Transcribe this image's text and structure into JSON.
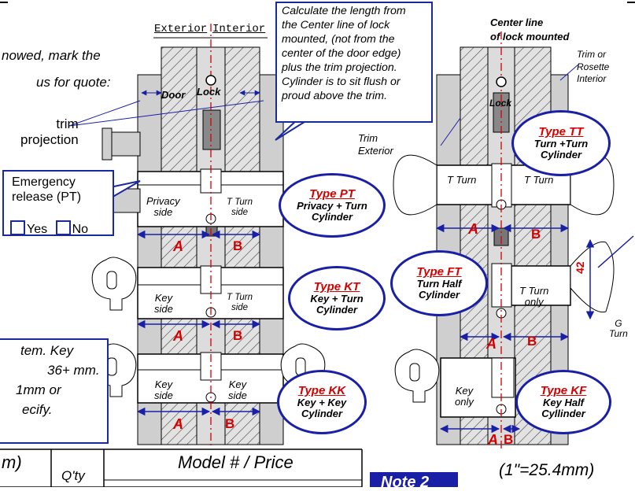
{
  "header": {
    "exterior": "Exterior",
    "interior": "Interior",
    "instruction_line1": "nowed, mark the",
    "instruction_line2": "us for quote:"
  },
  "labels": {
    "door": "Door",
    "lock": "Lock",
    "lock_right": "Lock",
    "trim_projection": "trim\nprojection",
    "center_line": "Center line\nof lock mounted",
    "trim_rosette": "Trim or\nRosette\nInterior",
    "trim_exterior": "Trim\nExterior",
    "privacy_side": "Privacy\nside",
    "t_turn_side_1": "T Turn\nside",
    "key_side_1": "Key\nside",
    "t_turn_side_2": "T Turn\nside",
    "key_side_2": "Key\nside",
    "key_side_3": "Key\nside",
    "t_turn_left": "T Turn",
    "t_turn_right": "T Turn",
    "t_turn_only": "T Turn\nonly",
    "key_only": "Key\nonly",
    "g_turn": "G\nTurn",
    "dim_42": "42",
    "scale_note": "(1\"=25.4mm)"
  },
  "dimension_letters": {
    "a": "A",
    "b": "B"
  },
  "callout": {
    "text": "Calculate the length from\nthe Center line of lock\nmounted, (not from the\ncenter of the door edge)\nplus the trim projection.\nCylinder is to sit flush or\nproud above the trim."
  },
  "emergency": {
    "label": "Emergency\nrelease (PT)",
    "yes": "Yes",
    "no": "No"
  },
  "system_note": {
    "line1": "tem. Key",
    "line2": "36+ mm.",
    "line3": "1mm or",
    "line4": "ecify."
  },
  "types": [
    {
      "name": "Type PT",
      "desc": "Privacy + Turn\nCylinder"
    },
    {
      "name": "Type KT",
      "desc": "Key + Turn\nCylinder"
    },
    {
      "name": "Type KK",
      "desc": "Key + Key\nCylinder"
    },
    {
      "name": "Type TT",
      "desc": "Turn +Turn\nCylinder"
    },
    {
      "name": "Type FT",
      "desc": "Turn Half\nCylinder"
    },
    {
      "name": "Type KF",
      "desc": "Key Half\nCyllinder"
    }
  ],
  "table": {
    "col1_header": "m)",
    "qty_header": "Q'ty",
    "model_header": "Model # / Price"
  },
  "note": {
    "label": "Note 2"
  },
  "colors": {
    "navy": "#1a20a6",
    "red": "#d40000",
    "metal": "#c8c8c8",
    "hatch": "#555555"
  }
}
